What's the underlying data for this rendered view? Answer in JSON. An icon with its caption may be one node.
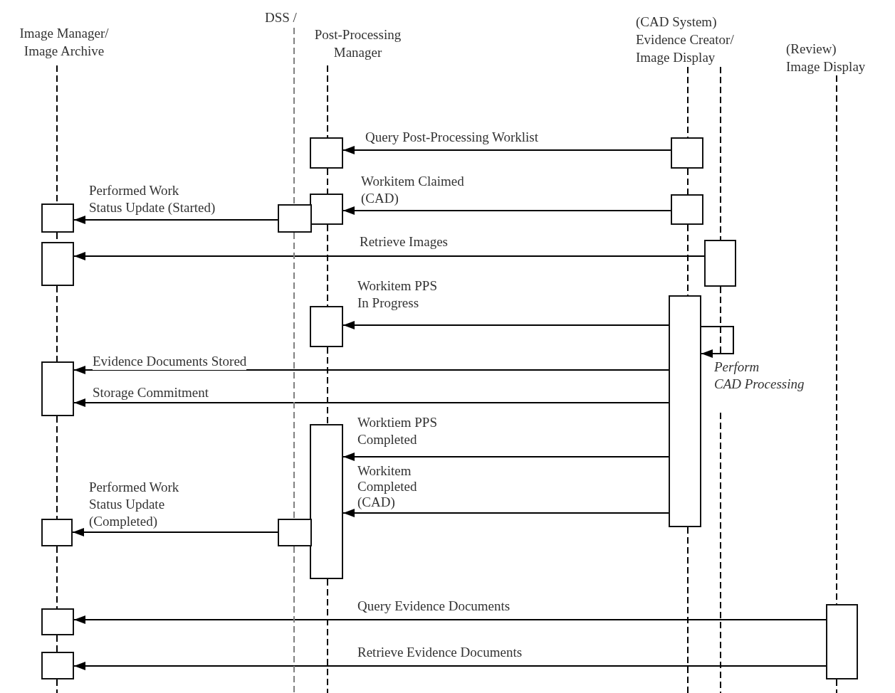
{
  "diagram": {
    "nodes": [
      {
        "text": [
          "Image Manager/ Image Archive"
        ]
      },
      {
        "text": [
          "DSS /"
        ]
      },
      {
        "text": [
          "Post-Processing Manager"
        ]
      },
      {
        "text": [
          "(CAD System) Evidence Creator/ Image Display"
        ]
      },
      {
        "text": [
          "(Review) Image Display"
        ]
      },
      {
        "text": [],
        "shape": "box"
      },
      {
        "text": [],
        "shape": "box"
      },
      {
        "text": [],
        "shape": "box"
      },
      {
        "text": [],
        "shape": "box"
      },
      {
        "text": [],
        "shape": "box"
      },
      {
        "text": [],
        "shape": "box"
      },
      {
        "text": [],
        "shape": "box"
      },
      {
        "text": [],
        "shape": "box"
      },
      {
        "text": [],
        "shape": "box"
      },
      {
        "text": [],
        "shape": "box"
      },
      {
        "text": [],
        "shape": "box"
      },
      {
        "text": [],
        "shape": "box"
      },
      {
        "text": [],
        "shape": "box"
      },
      {
        "text": [],
        "shape": "box"
      },
      {
        "text": [],
        "shape": "box"
      },
      {
        "text": [],
        "shape": "box"
      },
      {
        "text": [],
        "shape": "box"
      }
    ],
    "edges": [
      {
        "from": 6,
        "to": 5,
        "arrow": "to",
        "label": "Query Post-Processing Worklist"
      },
      {
        "from": 8,
        "to": 7,
        "arrow": "to",
        "label": "Workitem Claimed (CAD)"
      },
      {
        "from": 10,
        "to": 9,
        "arrow": "to",
        "label": "Performed Work Status Update (Started)"
      },
      {
        "from": 11,
        "to": 12,
        "arrow": "to",
        "label": "Retrieve Images"
      },
      {
        "from": 13,
        "to": 14,
        "arrow": "to",
        "label": "Workitem PPS In Progress"
      },
      {
        "from": 13,
        "to": 13,
        "arrow": "to",
        "label": "Perform CAD Processing"
      },
      {
        "from": 13,
        "to": 15,
        "arrow": "to",
        "label": "Evidence Documents Stored"
      },
      {
        "from": 13,
        "to": 15,
        "arrow": "to",
        "label": "Storage Commitment"
      },
      {
        "from": 13,
        "to": 16,
        "arrow": "to",
        "label": "Worktiem PPS Completed"
      },
      {
        "from": 13,
        "to": 16,
        "arrow": "to",
        "label": "Workitem Completed (CAD)"
      },
      {
        "from": 18,
        "to": 17,
        "arrow": "to",
        "label": "Performed Work Status Update (Completed)"
      },
      {
        "from": 19,
        "to": 20,
        "arrow": "to",
        "label": "Query Evidence Documents"
      },
      {
        "from": 19,
        "to": 21,
        "arrow": "to",
        "label": "Retrieve Evidence Documents"
      },
      {
        "from": 0,
        "to": 9,
        "arrow": "none",
        "style": "dashed"
      },
      {
        "from": 9,
        "to": 12,
        "arrow": "none",
        "style": "dashed"
      },
      {
        "from": 12,
        "to": 15,
        "arrow": "none",
        "style": "dashed"
      },
      {
        "from": 15,
        "to": 17,
        "arrow": "none",
        "style": "dashed"
      },
      {
        "from": 17,
        "to": 20,
        "arrow": "none",
        "style": "dashed"
      },
      {
        "from": 20,
        "to": 21,
        "arrow": "none",
        "style": "dashed"
      },
      {
        "from": 21,
        "to": null,
        "arrow": "none",
        "style": "dashed"
      },
      {
        "from": 1,
        "to": 10,
        "arrow": "none",
        "style": "dashed",
        "color": "#808080"
      },
      {
        "from": 10,
        "to": 18,
        "arrow": "none",
        "style": "dashed",
        "color": "#808080"
      },
      {
        "from": 18,
        "to": null,
        "arrow": "none",
        "style": "dashed",
        "color": "#808080"
      },
      {
        "from": 2,
        "to": 5,
        "arrow": "none",
        "style": "dashed"
      },
      {
        "from": 5,
        "to": 7,
        "arrow": "none",
        "style": "dashed"
      },
      {
        "from": 7,
        "to": 14,
        "arrow": "none",
        "style": "dashed"
      },
      {
        "from": 14,
        "to": 16,
        "arrow": "none",
        "style": "dashed"
      },
      {
        "from": 16,
        "to": null,
        "arrow": "none",
        "style": "dashed"
      },
      {
        "from": 3,
        "to": 6,
        "arrow": "none",
        "style": "dashed"
      },
      {
        "from": 6,
        "to": 8,
        "arrow": "none",
        "style": "dashed"
      },
      {
        "from": 8,
        "to": 13,
        "arrow": "none",
        "style": "dashed"
      },
      {
        "from": 13,
        "to": null,
        "arrow": "none",
        "style": "dashed"
      },
      {
        "from": 3,
        "to": 11,
        "arrow": "none",
        "style": "dashed"
      },
      {
        "from": 11,
        "to": null,
        "arrow": "none",
        "style": "dashed"
      },
      {
        "from": 4,
        "to": 19,
        "arrow": "none",
        "style": "dashed"
      },
      {
        "from": 19,
        "to": null,
        "arrow": "none",
        "style": "dashed"
      }
    ]
  }
}
